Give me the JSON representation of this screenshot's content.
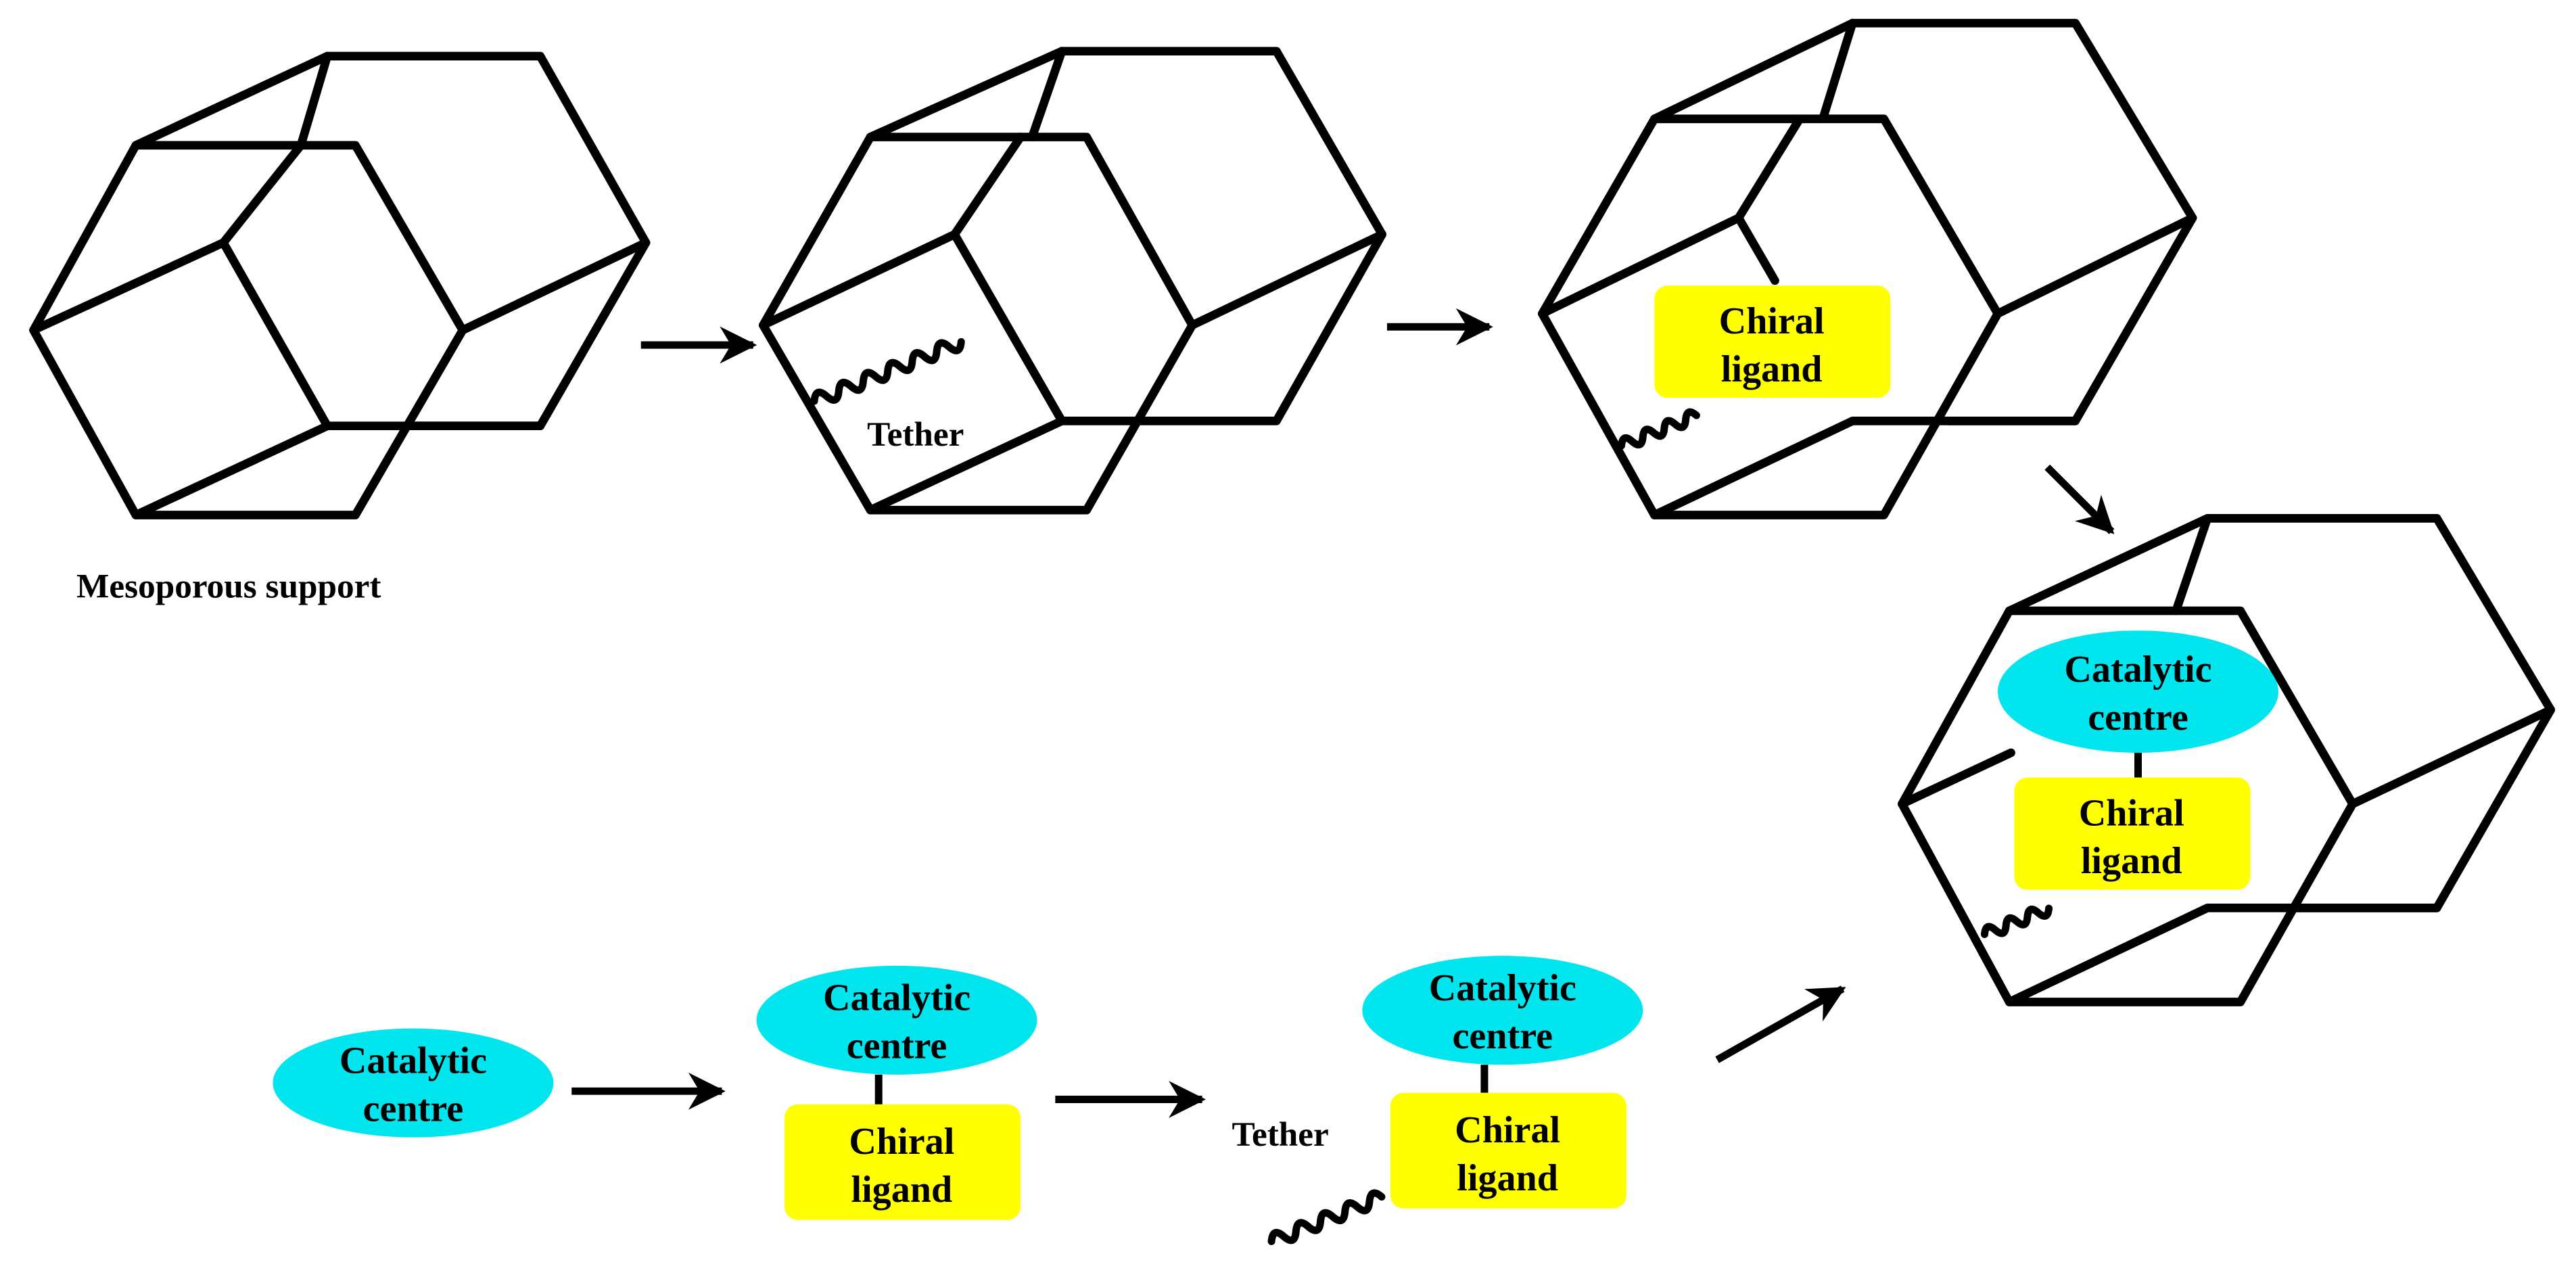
{
  "labels": {
    "support": "Mesoporous support",
    "tether_top": "Tether",
    "tether_bottom": "Tether"
  },
  "chiral_ligand": {
    "line1": "Chiral",
    "line2": "ligand"
  },
  "catalytic_centre": {
    "line1": "Catalytic",
    "line2": "centre"
  },
  "colors": {
    "chiral_ligand_fill": "#ffff00",
    "catalytic_centre_fill": "#00e5ee",
    "line": "#000000",
    "background": "#ffffff"
  }
}
